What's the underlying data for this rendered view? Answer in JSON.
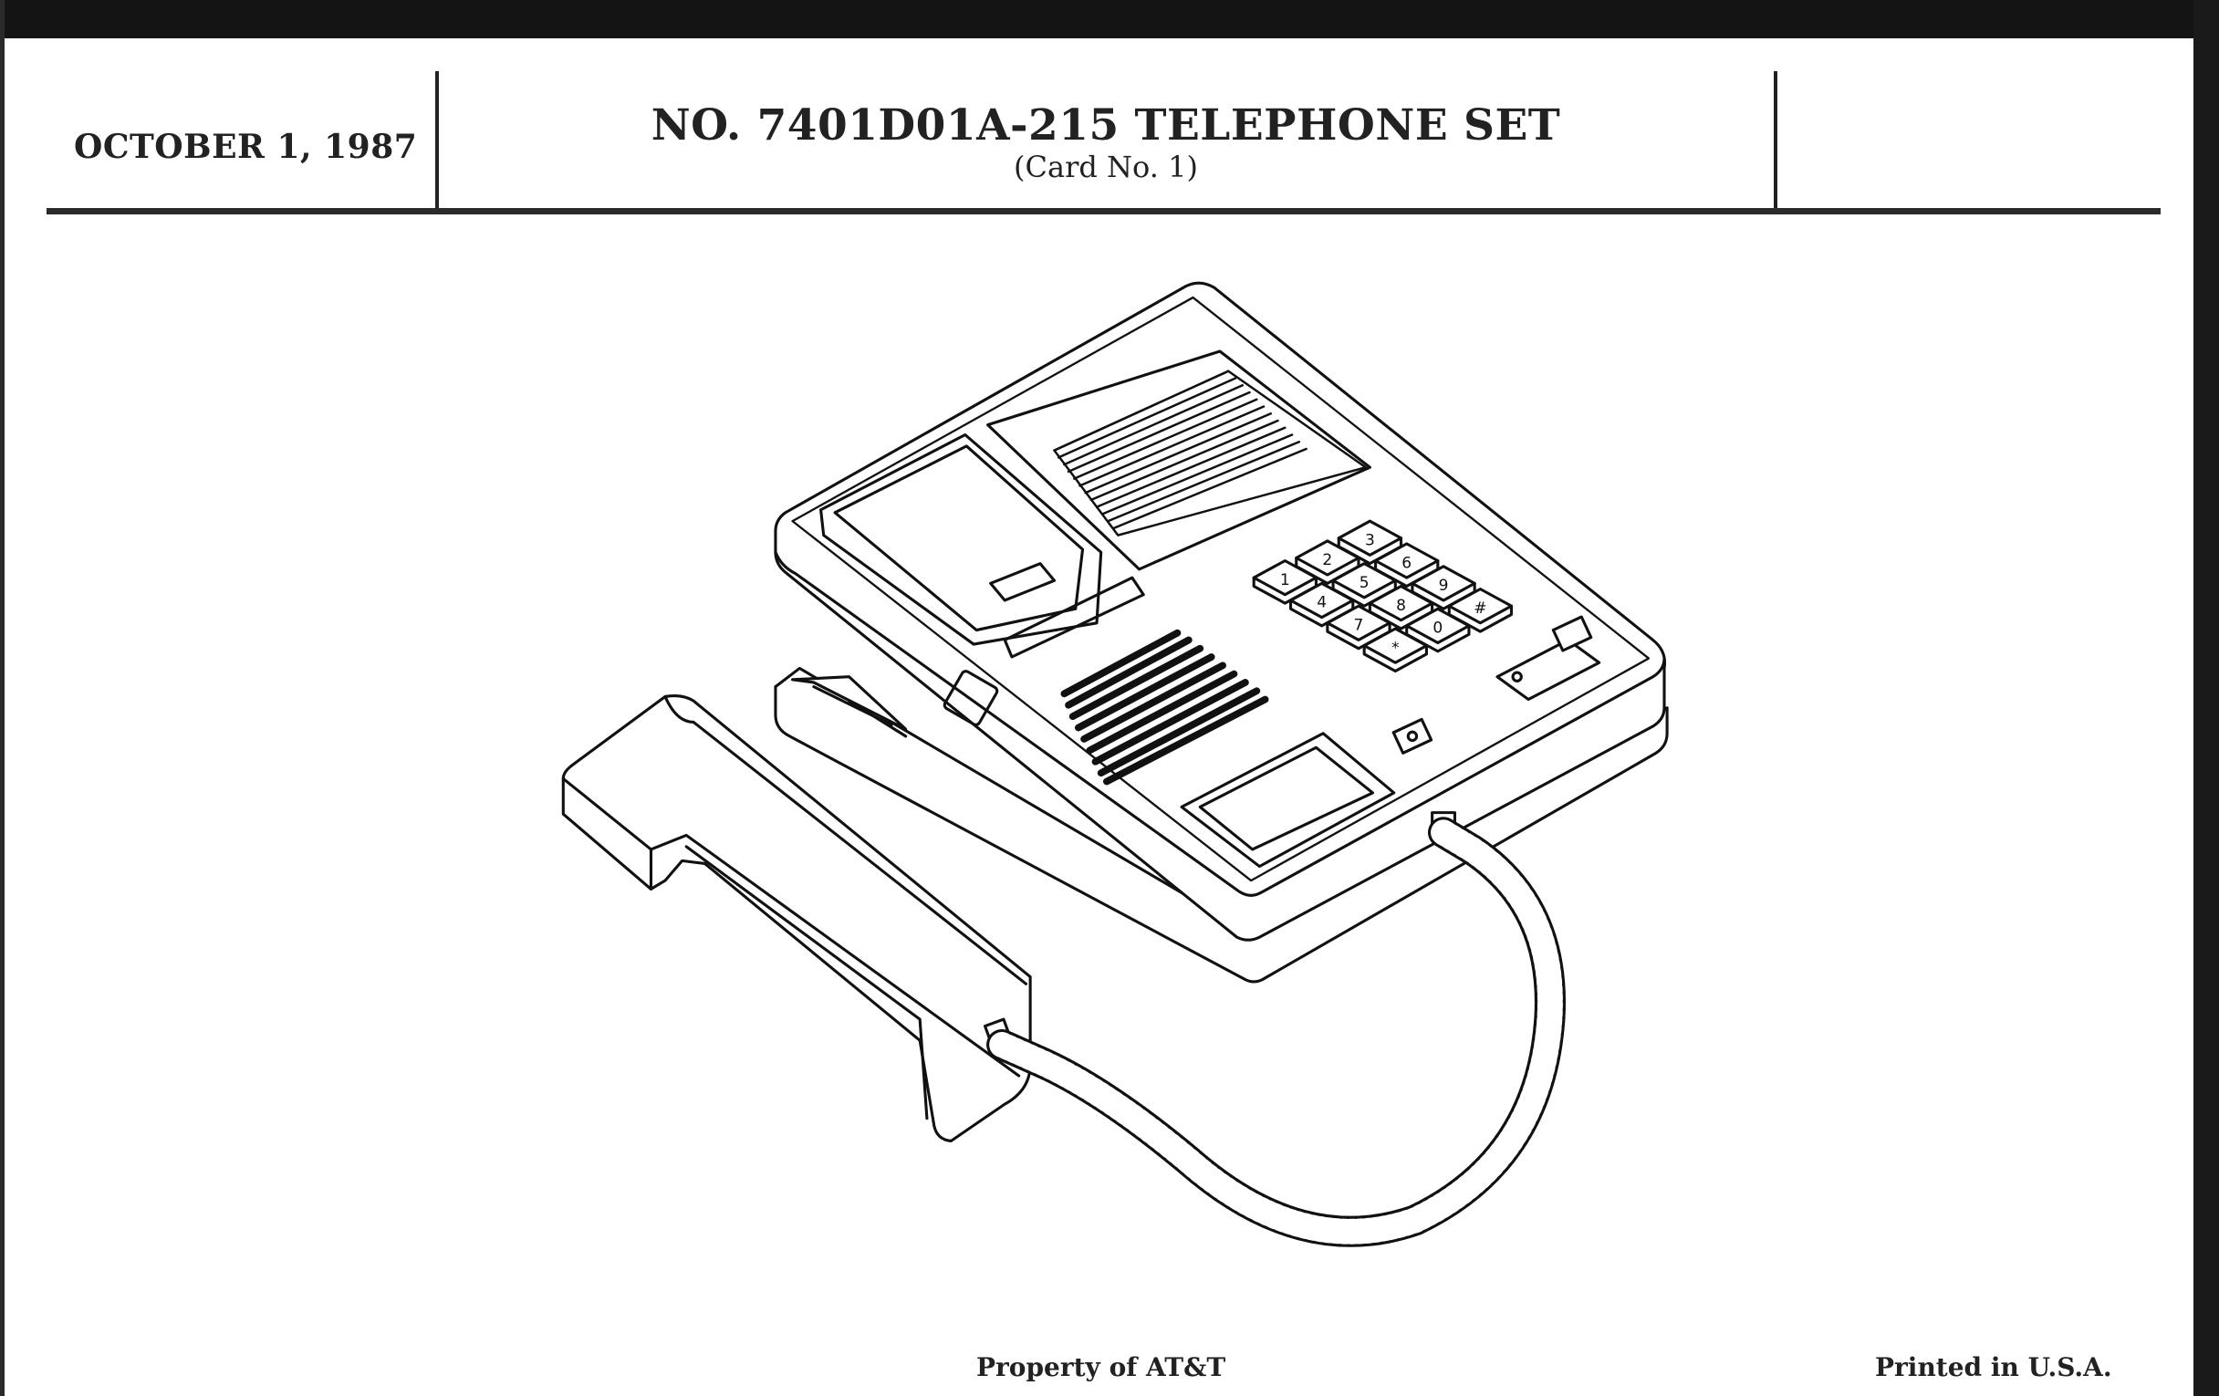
{
  "header": {
    "date": "OCTOBER 1, 1987",
    "title": "NO. 7401D01A-215 TELEPHONE SET",
    "subtitle": "(Card No. 1)"
  },
  "illustration": {
    "subject": "telephone-set",
    "keypad_keys": [
      "1",
      "2",
      "3",
      "4",
      "5",
      "6",
      "7",
      "8",
      "9",
      "*",
      "0",
      "#"
    ]
  },
  "footer": {
    "property": "Property of AT&T",
    "printed": "Printed in U.S.A."
  }
}
